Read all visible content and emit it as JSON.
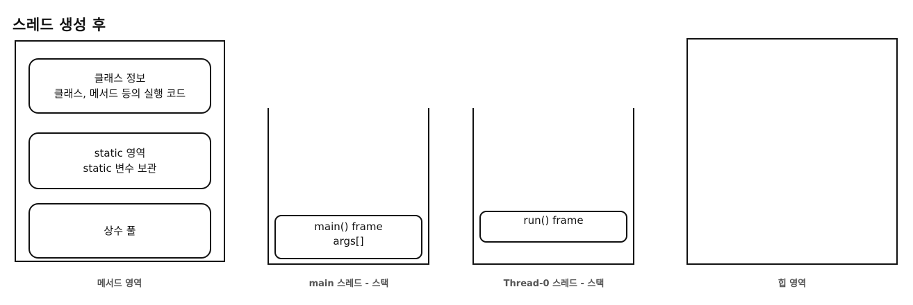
{
  "title": "스레드 생성 후",
  "method_area": {
    "boxes": [
      {
        "line1": "클래스 정보",
        "line2": "클래스, 메서드 등의 실행 코드"
      },
      {
        "line1": "static 영역",
        "line2": "static 변수 보관"
      },
      {
        "line1": "상수 풀"
      }
    ],
    "caption": "메서드 영역"
  },
  "main_stack": {
    "frame": {
      "line1": "main() frame",
      "line2": "args[]"
    },
    "caption": "main 스레드 - 스택"
  },
  "thread0_stack": {
    "frame": {
      "line1": "run() frame"
    },
    "caption": "Thread-0 스레드 - 스택"
  },
  "heap": {
    "caption": "힙 영역"
  }
}
